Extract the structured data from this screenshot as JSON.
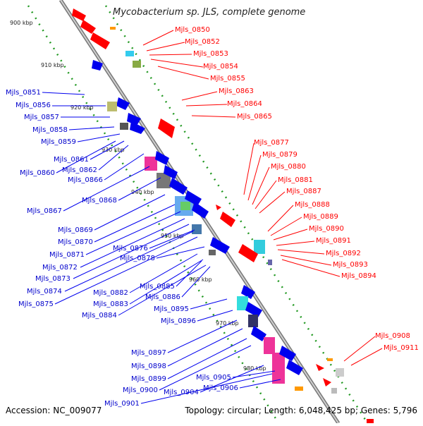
{
  "title": "Mycobacterium sp. JLS, complete genome",
  "footer": {
    "accession": "Accession: NC_009077",
    "summary": "Topology: circular; Length: 6,048,425 bp; Genes: 5,796"
  },
  "colors": {
    "forward": "#ff0000",
    "reverse": "#0000ff",
    "backbone": "#888888",
    "tick": "#229922"
  },
  "ticks": [
    "900 kbp",
    "910 kbp",
    "920 kbp",
    "930 kbp",
    "940 kbp",
    "950 kbp",
    "960 kbp",
    "970 kbp",
    "980 kbp"
  ],
  "right_labels": [
    "Mjls_0850",
    "Mjls_0852",
    "Mjls_0853",
    "Mjls_0854",
    "Mjls_0855",
    "Mjls_0863",
    "Mjls_0864",
    "Mjls_0865",
    "Mjls_0877",
    "Mjls_0879",
    "Mjls_0880",
    "Mjls_0881",
    "Mjls_0887",
    "Mjls_0888",
    "Mjls_0889",
    "Mjls_0890",
    "Mjls_0891",
    "Mjls_0892",
    "Mjls_0893",
    "Mjls_0894",
    "Mjls_0908",
    "Mjls_0911"
  ],
  "left_labels": [
    "Mjls_0851",
    "Mjls_0856",
    "Mjls_0857",
    "Mjls_0858",
    "Mjls_0859",
    "Mjls_0861",
    "Mjls_0860",
    "Mjls_0862",
    "Mjls_0866",
    "Mjls_0867",
    "Mjls_0868",
    "Mjls_0869",
    "Mjls_0870",
    "Mjls_0871",
    "Mjls_0872",
    "Mjls_0873",
    "Mjls_0874",
    "Mjls_0875",
    "Mjls_0876",
    "Mjls_0878",
    "Mjls_0882",
    "Mjls_0885",
    "Mjls_0883",
    "Mjls_0886",
    "Mjls_0884",
    "Mjls_0895",
    "Mjls_0896",
    "Mjls_0897",
    "Mjls_0898",
    "Mjls_0899",
    "Mjls_0900",
    "Mjls_0904",
    "Mjls_0905",
    "Mjls_0906",
    "Mjls_0901"
  ]
}
